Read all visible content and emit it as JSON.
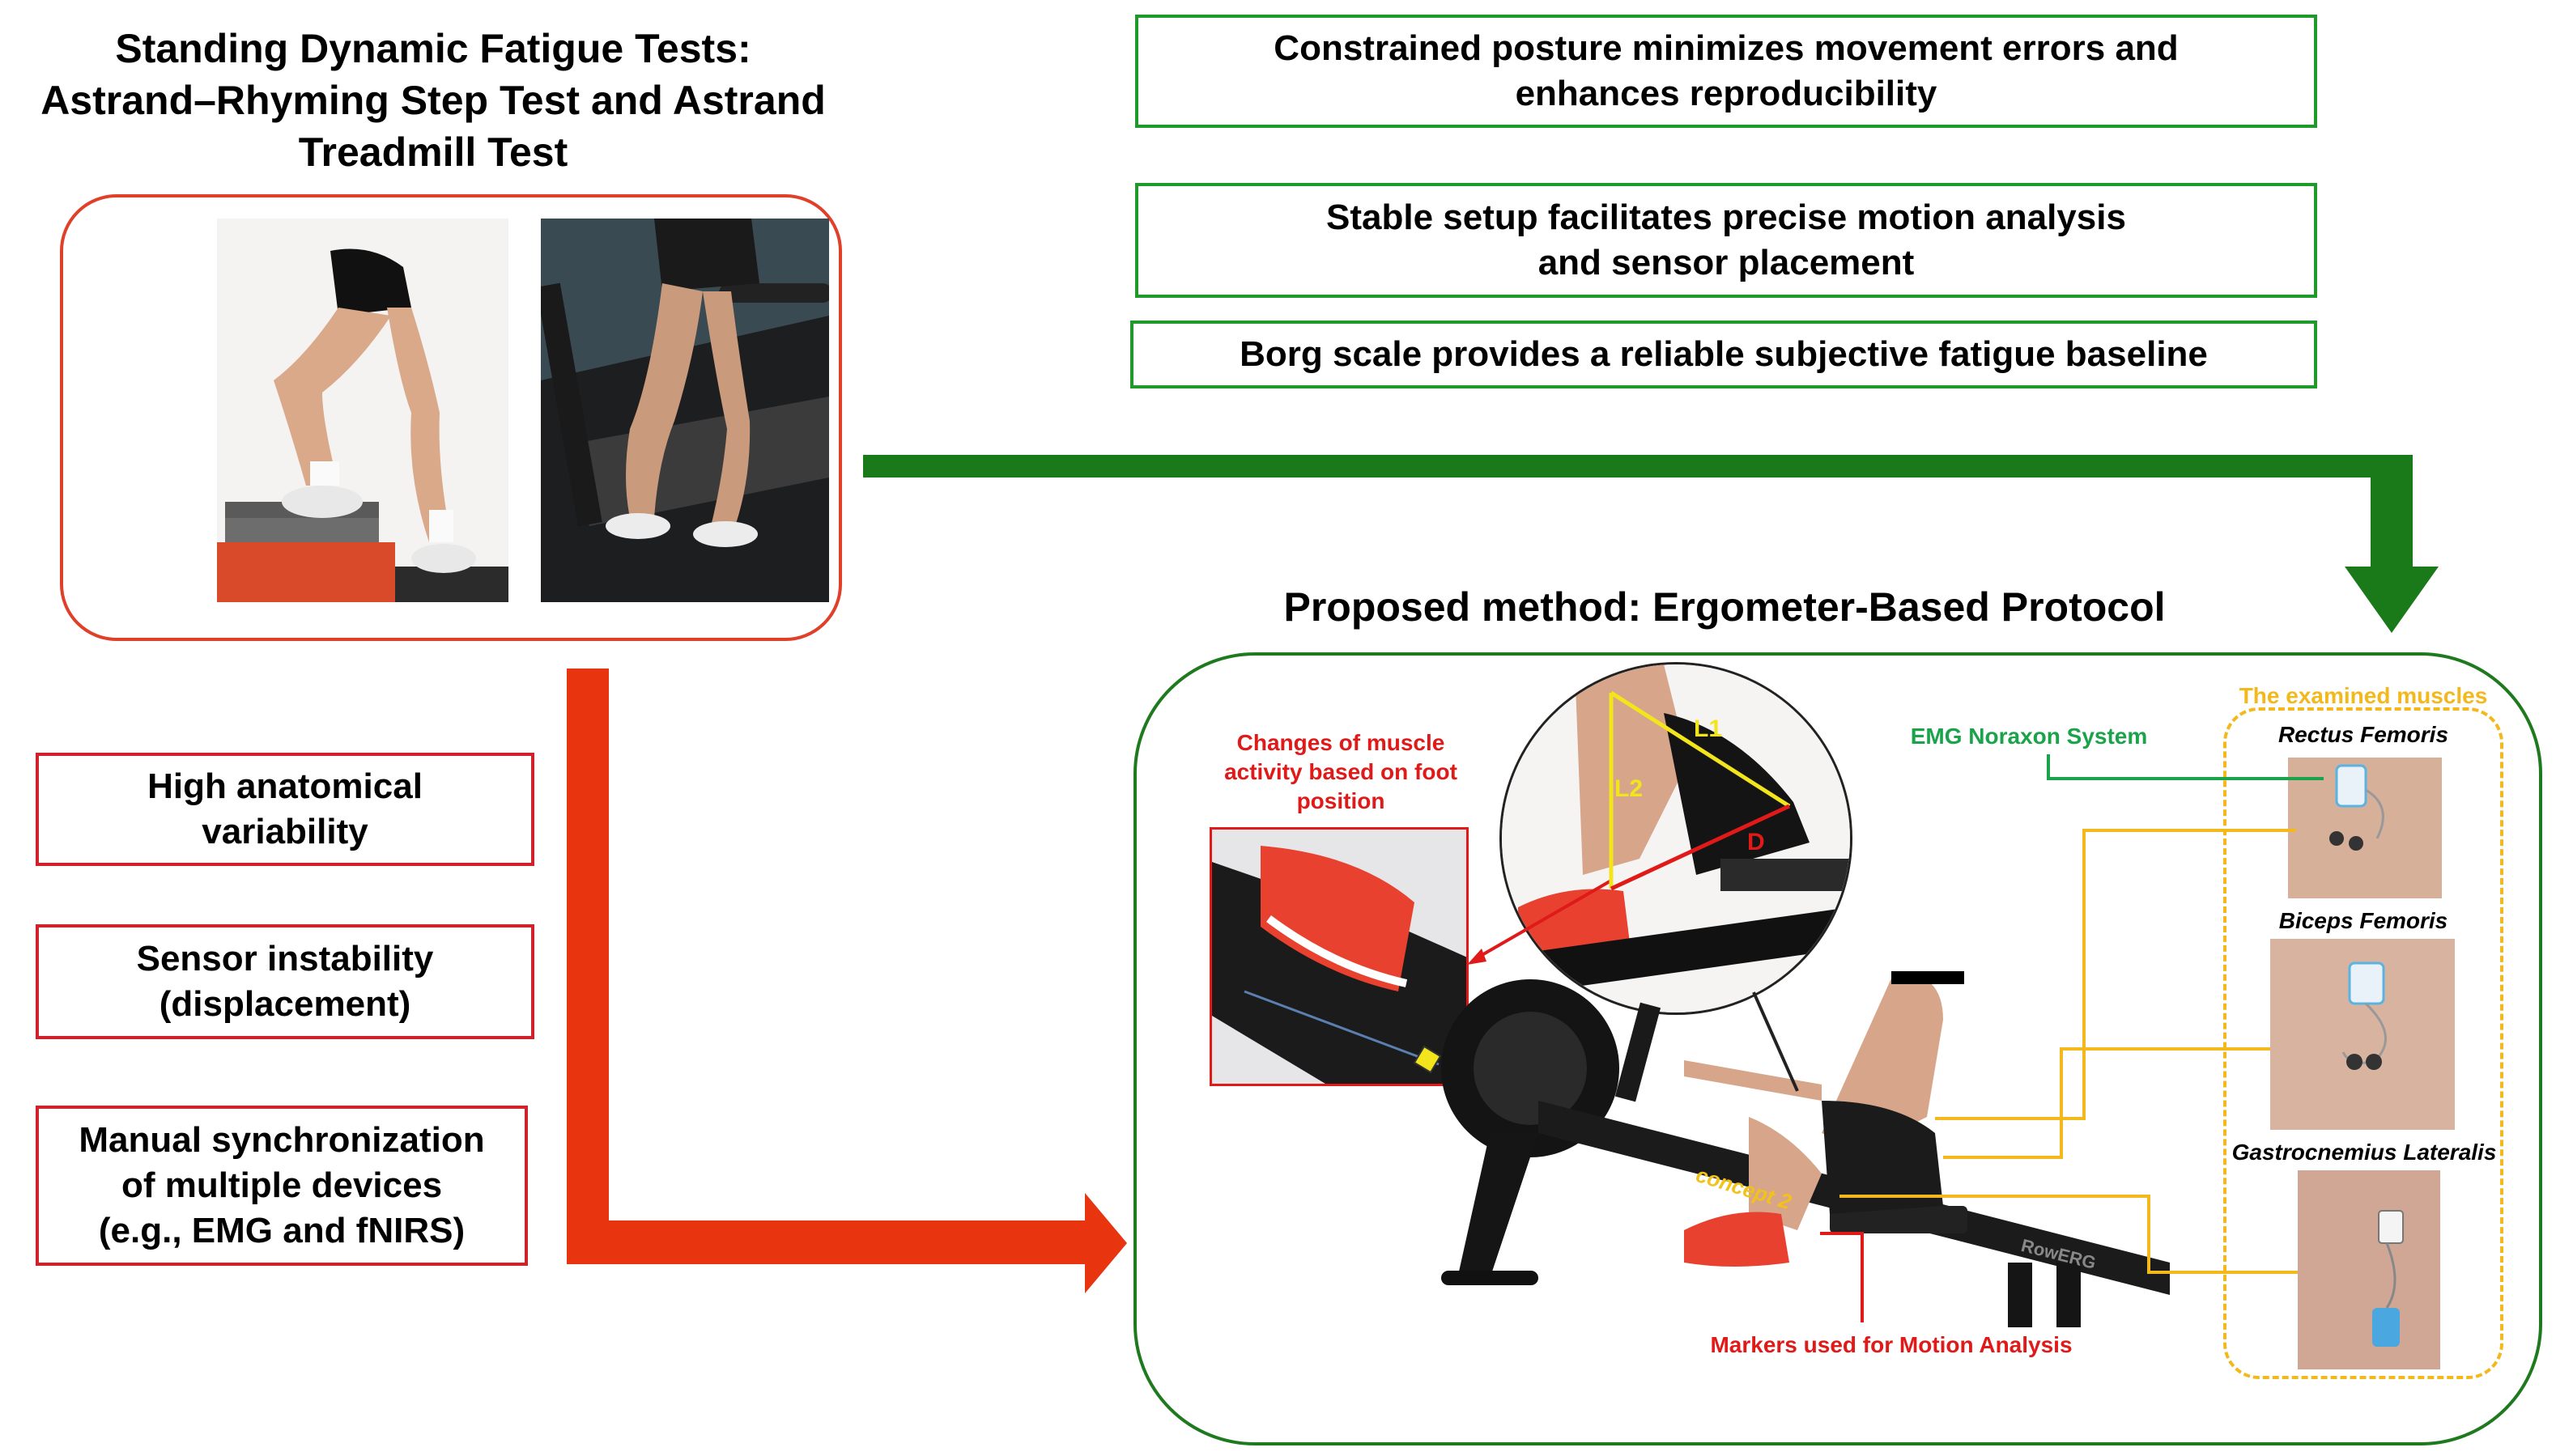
{
  "left": {
    "title": "Standing Dynamic Fatigue Tests: Astrand–Rhyming Step Test and Astrand Treadmill Test",
    "title_lines": [
      "Standing Dynamic Fatigue Tests:",
      "Astrand–Rhyming Step Test and Astrand",
      "Treadmill Test"
    ],
    "limitations": [
      {
        "lines": [
          "High anatomical",
          "variability"
        ]
      },
      {
        "lines": [
          "Sensor instability",
          "(displacement)"
        ]
      },
      {
        "lines": [
          "Manual synchronization",
          "of multiple devices",
          "(e.g., EMG and fNIRS)"
        ]
      }
    ]
  },
  "advantages": [
    {
      "lines": [
        "Constrained posture minimizes movement errors and",
        "enhances reproducibility"
      ]
    },
    {
      "lines": [
        "Stable setup facilitates precise motion analysis",
        "and sensor placement"
      ]
    },
    {
      "lines": [
        "Borg scale provides a reliable subjective fatigue baseline"
      ]
    }
  ],
  "protocol": {
    "title": "Proposed method: Ergometer-Based Protocol",
    "foot_label_lines": [
      "Changes of muscle",
      "activity based on foot",
      "position"
    ],
    "emg_label": "EMG Noraxon System",
    "muscles_title": "The examined muscles",
    "muscles": [
      "Rectus Femoris",
      "Biceps Femoris",
      "Gastrocnemius Lateralis"
    ],
    "markers_label": "Markers used for Motion Analysis",
    "angle_labels": [
      "L1",
      "L2",
      "D"
    ],
    "brand_text": "concept 2",
    "model_text": "RowERG"
  },
  "colors": {
    "green_border": "#1f9a2a",
    "green_arrow": "#1a7a1a",
    "red_border": "#d0222a",
    "red_arrow": "#e8340f",
    "orange_frame": "#e0402a",
    "muscle_frame": "#f3b81c",
    "emg_text": "#1aa34a",
    "label_red": "#e01919",
    "angle_yellow": "#f2e51c",
    "connector_yellow": "#f3b81c"
  }
}
